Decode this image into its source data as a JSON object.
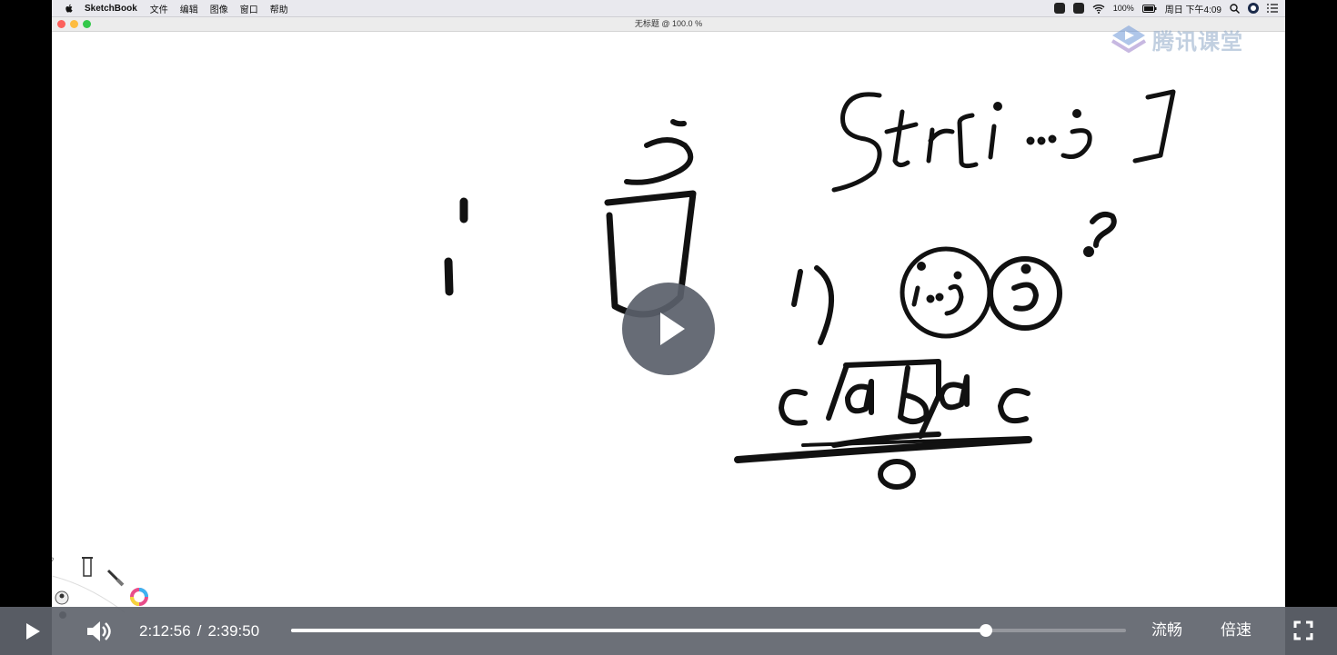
{
  "menubar": {
    "app_name": "SketchBook",
    "menus": [
      "文件",
      "编辑",
      "图像",
      "窗口",
      "帮助"
    ],
    "battery": "100%",
    "clock": "周日 下午4:09"
  },
  "window": {
    "title": "无标题 @ 100.0 %"
  },
  "watermark": {
    "text": "腾讯课堂"
  },
  "player": {
    "current_time": "2:12:56",
    "separator": "/",
    "duration": "2:39:50",
    "progress_fraction": 0.8317,
    "quality_label": "流畅",
    "speed_label": "倍速"
  },
  "colors": {
    "traffic_red": "#fc605b",
    "traffic_yellow": "#fdbc40",
    "traffic_green": "#34c84a",
    "ink": "#111111"
  }
}
